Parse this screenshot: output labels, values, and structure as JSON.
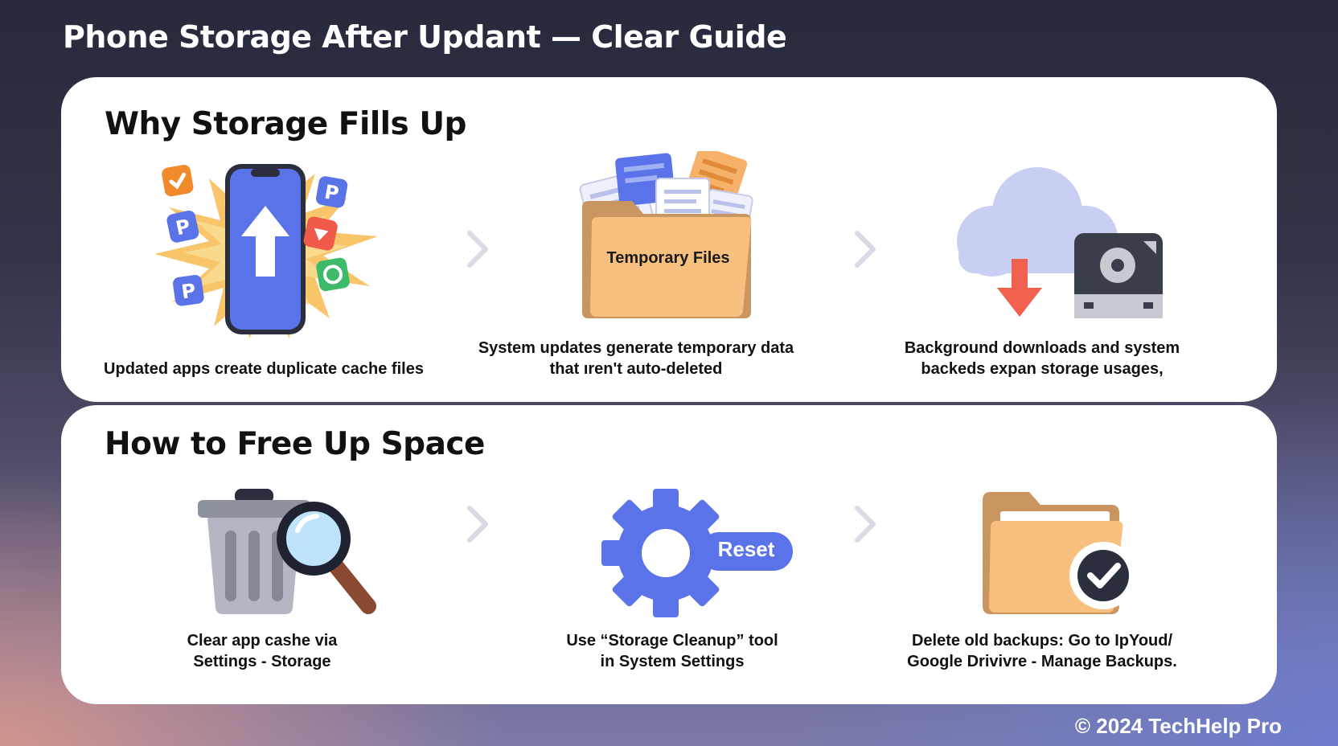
{
  "header": {
    "title": "Phone Storage After Updant — Clear Guide"
  },
  "why_section": {
    "title": "Why Storage Fills Up",
    "items": [
      {
        "icon": "phone-update-icon",
        "caption_lines": [
          "Updated apps create duplicate cache files"
        ]
      },
      {
        "icon": "temporary-files-folder-icon",
        "folder_label": "Temporary Files",
        "caption_lines": [
          "System updates generate temporary data",
          "that ıren't auto-deleted"
        ]
      },
      {
        "icon": "cloud-download-drive-icon",
        "caption_lines": [
          "Background downloads and system",
          "backeds expan storage usages,"
        ]
      }
    ]
  },
  "free_section": {
    "title": "How to Free Up Space",
    "items": [
      {
        "icon": "trash-magnifier-icon",
        "caption_lines": [
          "Clear app cashe via",
          "Settings - Storage"
        ]
      },
      {
        "icon": "gear-reset-icon",
        "badge_label": "Reset",
        "caption_lines": [
          "Use “Storage Cleanup” tool",
          "in System Settings"
        ]
      },
      {
        "icon": "folder-check-icon",
        "caption_lines": [
          "Delete old backups: Go to IpYoud/",
          "Google Drivivre - Manage Backups."
        ]
      }
    ]
  },
  "footer": {
    "copyright": "© 2024 TechHelp Pro"
  },
  "colors": {
    "accent_blue": "#5b73e8",
    "folder_tan": "#f7c07e",
    "arrow_red": "#f0614f",
    "chevron": "#d8dae6"
  }
}
